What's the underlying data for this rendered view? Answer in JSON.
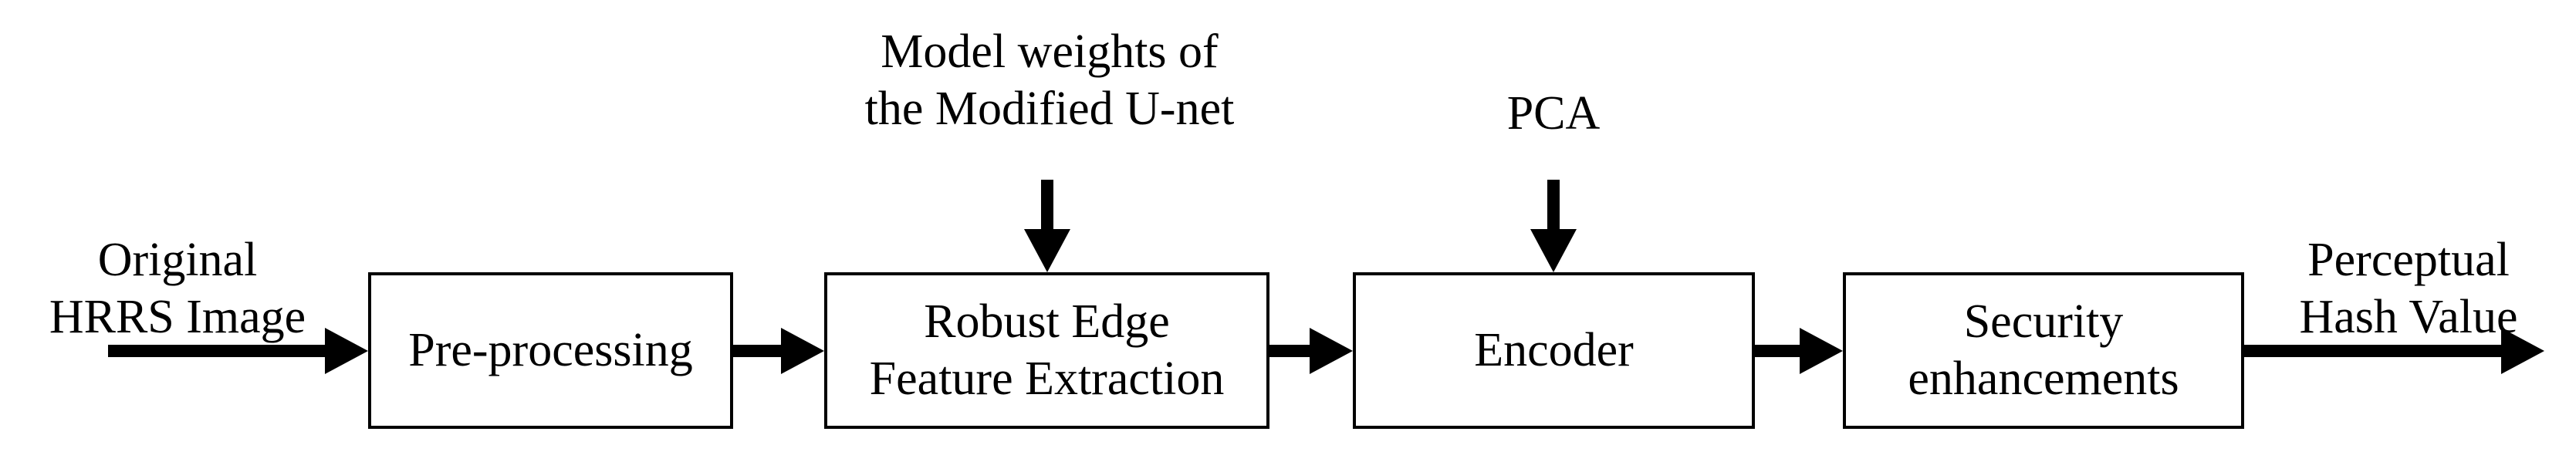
{
  "diagram": {
    "title": "Perceptual hashing pipeline for HRRS images",
    "background_color": "#ffffff",
    "stroke_color": "#000000",
    "boxes": [
      {
        "id": "pre-processing",
        "label": "Pre-processing"
      },
      {
        "id": "robust-edge",
        "label": "Robust Edge\nFeature Extraction"
      },
      {
        "id": "encoder",
        "label": "Encoder"
      },
      {
        "id": "security",
        "label": "Security\nenhancements"
      }
    ],
    "annotations": [
      {
        "id": "input-label",
        "label": "Original\nHRRS Image"
      },
      {
        "id": "unet-weights",
        "label": "Model weights of\nthe Modified U-net"
      },
      {
        "id": "pca",
        "label": "PCA"
      },
      {
        "id": "output-label",
        "label": "Perceptual\nHash Value"
      }
    ],
    "arrows": [
      {
        "id": "input-arrow",
        "direction": "right",
        "from": "Original HRRS Image",
        "to": "Pre-processing"
      },
      {
        "id": "pre-to-edge-arrow",
        "direction": "right",
        "from": "Pre-processing",
        "to": "Robust Edge Feature Extraction"
      },
      {
        "id": "edge-to-encoder-arrow",
        "direction": "right",
        "from": "Robust Edge Feature Extraction",
        "to": "Encoder"
      },
      {
        "id": "encoder-to-security-arrow",
        "direction": "right",
        "from": "Encoder",
        "to": "Security enhancements"
      },
      {
        "id": "output-arrow",
        "direction": "right",
        "from": "Security enhancements",
        "to": "Perceptual Hash Value"
      },
      {
        "id": "unet-weights-arrow",
        "direction": "down",
        "from": "Model weights of the Modified U-net",
        "to": "Robust Edge Feature Extraction"
      },
      {
        "id": "pca-arrow",
        "direction": "down",
        "from": "PCA",
        "to": "Encoder"
      }
    ]
  }
}
